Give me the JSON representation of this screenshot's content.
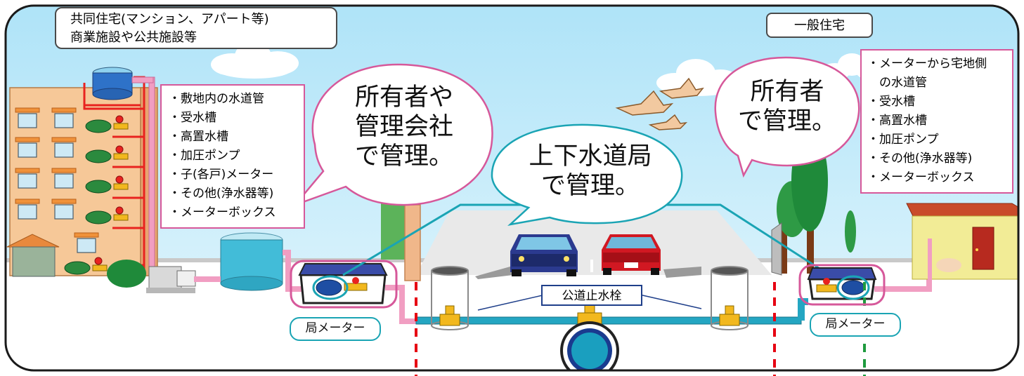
{
  "header": {
    "building_type": [
      "共同住宅(マンション、アパート等)",
      "商業施設や公共施設等"
    ],
    "house_type": "一般住宅"
  },
  "apartment_list": [
    "・敷地内の水道管",
    "・受水槽",
    "・高置水槽",
    "・加圧ポンプ",
    "・子(各戸)メーター",
    "・その他(浄水器等)",
    "・メーターボックス"
  ],
  "house_list": [
    "・メーターから宅地側",
    "　の水道管",
    "・受水槽",
    "・高置水槽",
    "・加圧ポンプ",
    "・その他(浄水器等)",
    "・メーターボックス"
  ],
  "bubbles": {
    "owner_manager": [
      "所有者や",
      "管理会社",
      "で管理。"
    ],
    "bureau": [
      "上下水道局",
      "で管理。"
    ],
    "owner": [
      "所有者",
      "で管理。"
    ]
  },
  "labels": {
    "meter_left": "局メーター",
    "meter_right": "局メーター",
    "stop_valve": "公道止水栓"
  },
  "colors": {
    "frame": "#1a1a1a",
    "sky": "#cfeefb",
    "pipe_bureau": "#24a6c2",
    "pipe_private": "#f19ec2",
    "supply_pipe": "#e8231f",
    "boundary_red": "#e60012",
    "boundary_green": "#1e9a3e",
    "list_border": "#d6589a",
    "pill_border": "#1aa4b4"
  }
}
